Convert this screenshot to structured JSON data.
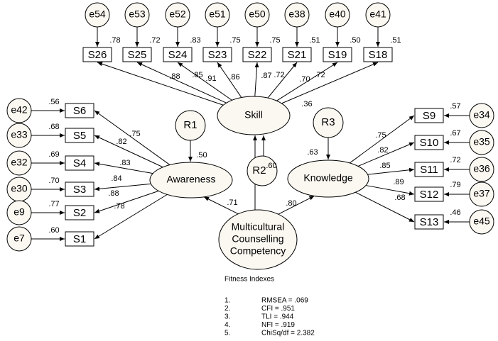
{
  "latents": {
    "skill": "Skill",
    "awareness": "Awareness",
    "knowledge": "Knowledge",
    "mcc": [
      "Multicultural",
      "Counselling",
      "Competency"
    ]
  },
  "residuals": {
    "r1": "R1",
    "r2": "R2",
    "r3": "R3"
  },
  "top_items": [
    {
      "item": "S26",
      "error": "e54",
      "r2": ".78",
      "loading": ".88"
    },
    {
      "item": "S25",
      "error": "e53",
      "r2": ".72",
      "loading": ".85"
    },
    {
      "item": "S24",
      "error": "e52",
      "r2": ".83",
      "loading": ".91"
    },
    {
      "item": "S23",
      "error": "e51",
      "r2": ".75",
      "loading": ".86"
    },
    {
      "item": "S22",
      "error": "e50",
      "r2": ".75",
      "loading": ".87"
    },
    {
      "item": "S21",
      "error": "e38",
      "r2": ".51",
      "loading": ".72"
    },
    {
      "item": "S19",
      "error": "e40",
      "r2": ".50",
      "loading": ".70"
    },
    {
      "item": "S18",
      "error": "e41",
      "r2": ".51",
      "loading": ".72"
    }
  ],
  "left_items": [
    {
      "item": "S6",
      "error": "e42",
      "r2": ".56",
      "loading": ".75"
    },
    {
      "item": "S5",
      "error": "e33",
      "r2": ".68",
      "loading": ".82"
    },
    {
      "item": "S4",
      "error": "e32",
      "r2": ".69",
      "loading": ".83"
    },
    {
      "item": "S3",
      "error": "e30",
      "r2": ".70",
      "loading": ".84"
    },
    {
      "item": "S2",
      "error": "e9",
      "r2": ".77",
      "loading": ".88"
    },
    {
      "item": "S1",
      "error": "e7",
      "r2": ".60",
      "loading": ".78"
    }
  ],
  "right_items": [
    {
      "item": "S9",
      "error": "e34",
      "r2": ".57",
      "loading": ".75"
    },
    {
      "item": "S10",
      "error": "e35",
      "r2": ".67",
      "loading": ".82"
    },
    {
      "item": "S11",
      "error": "e36",
      "r2": ".72",
      "loading": ".85"
    },
    {
      "item": "S12",
      "error": "e37",
      "r2": ".79",
      "loading": ".89"
    },
    {
      "item": "S13",
      "error": "e45",
      "r2": ".46",
      "loading": ".68"
    }
  ],
  "structural": {
    "awareness_r2": ".50",
    "skill_r2": ".60",
    "knowledge_r2": ".63",
    "mcc_awareness": ".71",
    "mcc_knowledge": ".80",
    "skill_extra": ".36"
  },
  "fit": {
    "title": "Fitness Indexes",
    "items": [
      {
        "num": "1.",
        "text": "RMSEA = .069"
      },
      {
        "num": "2.",
        "text": "CFI = .951"
      },
      {
        "num": "3.",
        "text": "TLI = .944"
      },
      {
        "num": "4.",
        "text": "NFI = .919"
      },
      {
        "num": "5.",
        "text": "ChiSq/df = 2.382"
      }
    ]
  }
}
